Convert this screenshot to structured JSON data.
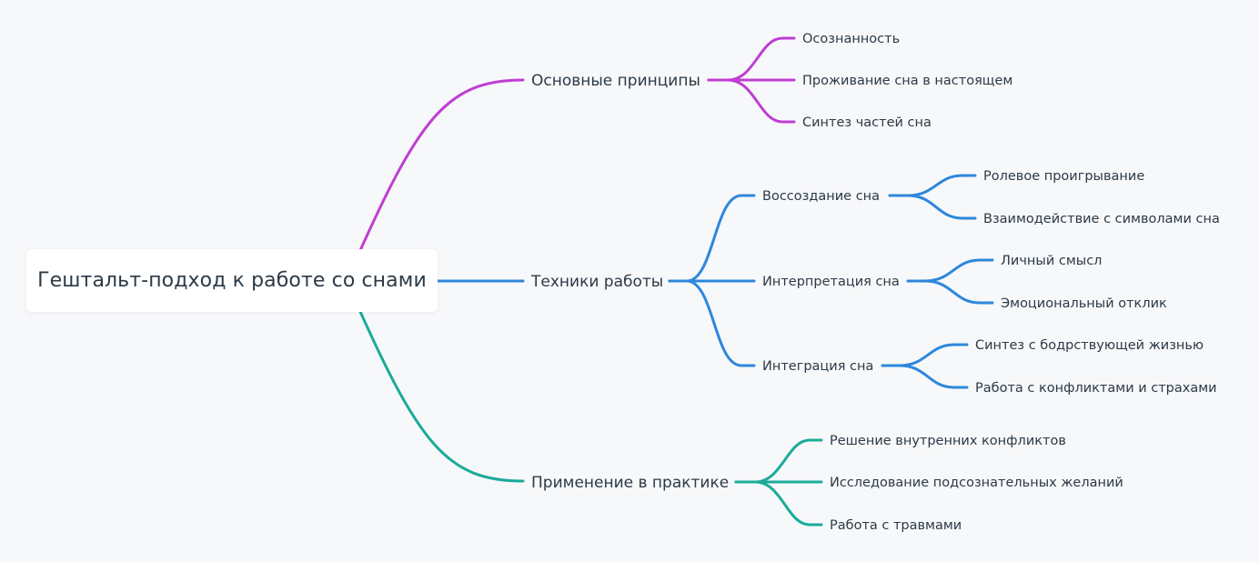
{
  "root": {
    "label": "Гештальт-подход к работе со снами"
  },
  "colors": {
    "principles": "#bf3ed3",
    "techniques": "#2e87dc",
    "practice": "#1bab9a",
    "text": "#2c3a47"
  },
  "branches": [
    {
      "label": "Основные принципы",
      "children": [
        {
          "label": "Осознанность"
        },
        {
          "label": "Проживание сна в настоящем"
        },
        {
          "label": "Синтез частей сна"
        }
      ]
    },
    {
      "label": "Техники работы",
      "children": [
        {
          "label": "Воссоздание сна",
          "children": [
            {
              "label": "Ролевое проигрывание"
            },
            {
              "label": "Взаимодействие с символами сна"
            }
          ]
        },
        {
          "label": "Интерпретация сна",
          "children": [
            {
              "label": "Личный смысл"
            },
            {
              "label": "Эмоциональный отклик"
            }
          ]
        },
        {
          "label": "Интеграция сна",
          "children": [
            {
              "label": "Синтез с бодрствующей жизнью"
            },
            {
              "label": "Работа с конфликтами и страхами"
            }
          ]
        }
      ]
    },
    {
      "label": "Применение в практике",
      "children": [
        {
          "label": "Решение внутренних конфликтов"
        },
        {
          "label": "Исследование подсознательных желаний"
        },
        {
          "label": "Работа с травмами"
        }
      ]
    }
  ]
}
